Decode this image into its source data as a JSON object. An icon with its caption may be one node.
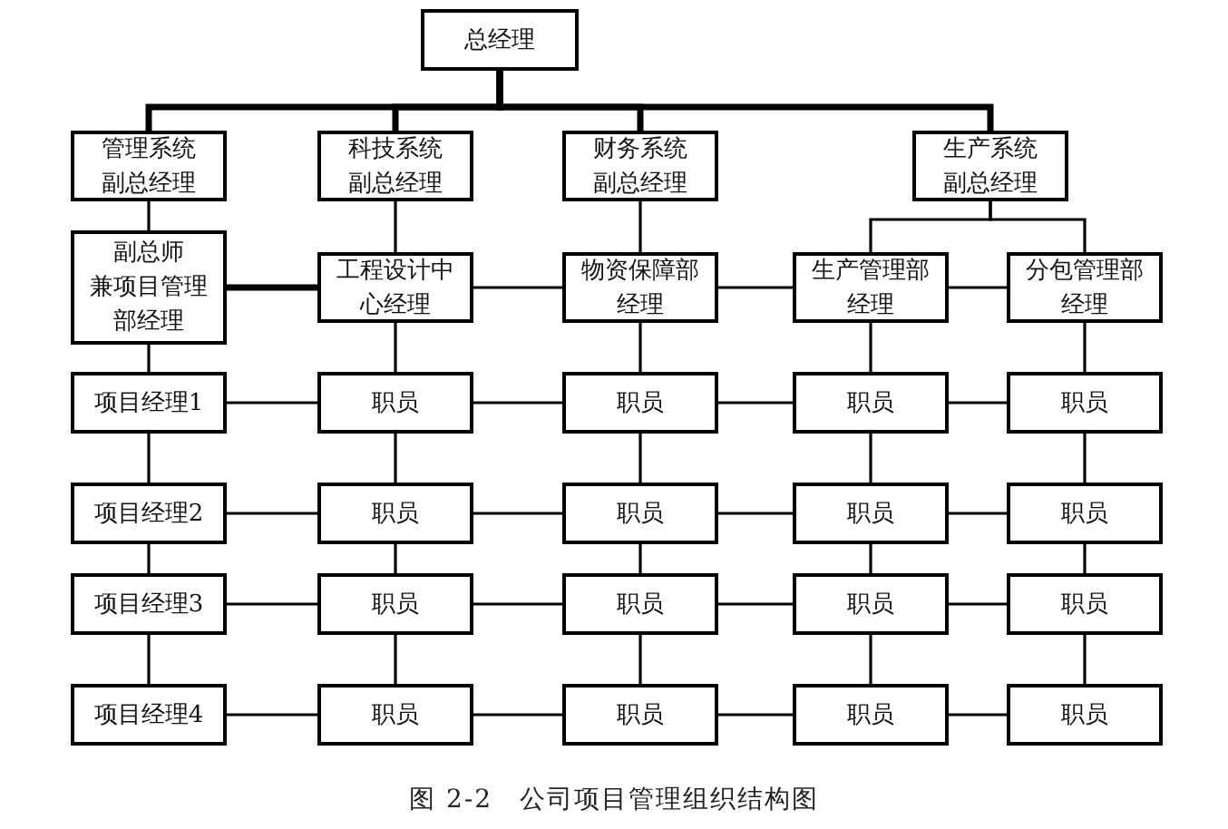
{
  "diagram": {
    "caption": "图 2-2　公司项目管理组织结构图",
    "nodes": [
      {
        "text": [
          "总经理"
        ]
      },
      {
        "text": [
          "管理系统副总经理"
        ]
      },
      {
        "text": [
          "科技系统副总经理"
        ]
      },
      {
        "text": [
          "财务系统副总经理"
        ]
      },
      {
        "text": [
          "生产系统副总经理"
        ]
      },
      {
        "text": [
          "副总师兼项目管理部经理"
        ]
      },
      {
        "text": [
          "工程设计中心经理"
        ]
      },
      {
        "text": [
          "物资保障部经理"
        ]
      },
      {
        "text": [
          "生产管理部经理"
        ]
      },
      {
        "text": [
          "分包管理部经理"
        ]
      },
      {
        "text": [
          "项目经理1"
        ]
      },
      {
        "text": [
          "职员"
        ]
      },
      {
        "text": [
          "职员"
        ]
      },
      {
        "text": [
          "职员"
        ]
      },
      {
        "text": [
          "职员"
        ]
      },
      {
        "text": [
          "项目经理2"
        ]
      },
      {
        "text": [
          "职员"
        ]
      },
      {
        "text": [
          "职员"
        ]
      },
      {
        "text": [
          "职员"
        ]
      },
      {
        "text": [
          "职员"
        ]
      },
      {
        "text": [
          "项目经理3"
        ]
      },
      {
        "text": [
          "职员"
        ]
      },
      {
        "text": [
          "职员"
        ]
      },
      {
        "text": [
          "职员"
        ]
      },
      {
        "text": [
          "职员"
        ]
      },
      {
        "text": [
          "项目经理4"
        ]
      },
      {
        "text": [
          "职员"
        ]
      },
      {
        "text": [
          "职员"
        ]
      },
      {
        "text": [
          "职员"
        ]
      },
      {
        "text": [
          "职员"
        ]
      }
    ],
    "edges": [
      {
        "from": 0,
        "to": 1,
        "arrow": "none",
        "style": "thick"
      },
      {
        "from": 0,
        "to": 2,
        "arrow": "none",
        "style": "thick"
      },
      {
        "from": 0,
        "to": 3,
        "arrow": "none",
        "style": "thick"
      },
      {
        "from": 0,
        "to": 4,
        "arrow": "none",
        "style": "thick"
      },
      {
        "from": 1,
        "to": 5,
        "arrow": "none"
      },
      {
        "from": 2,
        "to": 6,
        "arrow": "none"
      },
      {
        "from": 3,
        "to": 7,
        "arrow": "none"
      },
      {
        "from": 4,
        "to": 8,
        "arrow": "none"
      },
      {
        "from": 4,
        "to": 9,
        "arrow": "none"
      },
      {
        "from": 5,
        "to": 6,
        "arrow": "none",
        "style": "thick"
      },
      {
        "from": 6,
        "to": 7,
        "arrow": "none"
      },
      {
        "from": 7,
        "to": 8,
        "arrow": "none"
      },
      {
        "from": 8,
        "to": 9,
        "arrow": "none"
      },
      {
        "from": 5,
        "to": 10,
        "arrow": "none"
      },
      {
        "from": 6,
        "to": 11,
        "arrow": "none"
      },
      {
        "from": 7,
        "to": 12,
        "arrow": "none"
      },
      {
        "from": 8,
        "to": 13,
        "arrow": "none"
      },
      {
        "from": 9,
        "to": 14,
        "arrow": "none"
      },
      {
        "from": 10,
        "to": 11,
        "arrow": "none"
      },
      {
        "from": 11,
        "to": 12,
        "arrow": "none"
      },
      {
        "from": 12,
        "to": 13,
        "arrow": "none"
      },
      {
        "from": 13,
        "to": 14,
        "arrow": "none"
      },
      {
        "from": 10,
        "to": 15,
        "arrow": "none"
      },
      {
        "from": 11,
        "to": 16,
        "arrow": "none"
      },
      {
        "from": 12,
        "to": 17,
        "arrow": "none"
      },
      {
        "from": 13,
        "to": 18,
        "arrow": "none"
      },
      {
        "from": 14,
        "to": 19,
        "arrow": "none"
      },
      {
        "from": 15,
        "to": 16,
        "arrow": "none"
      },
      {
        "from": 16,
        "to": 17,
        "arrow": "none"
      },
      {
        "from": 17,
        "to": 18,
        "arrow": "none"
      },
      {
        "from": 18,
        "to": 19,
        "arrow": "none"
      },
      {
        "from": 15,
        "to": 20,
        "arrow": "none"
      },
      {
        "from": 16,
        "to": 21,
        "arrow": "none"
      },
      {
        "from": 17,
        "to": 22,
        "arrow": "none"
      },
      {
        "from": 18,
        "to": 23,
        "arrow": "none"
      },
      {
        "from": 19,
        "to": 24,
        "arrow": "none"
      },
      {
        "from": 20,
        "to": 21,
        "arrow": "none"
      },
      {
        "from": 21,
        "to": 22,
        "arrow": "none"
      },
      {
        "from": 22,
        "to": 23,
        "arrow": "none"
      },
      {
        "from": 23,
        "to": 24,
        "arrow": "none"
      },
      {
        "from": 20,
        "to": 25,
        "arrow": "none"
      },
      {
        "from": 21,
        "to": 26,
        "arrow": "none"
      },
      {
        "from": 22,
        "to": 27,
        "arrow": "none"
      },
      {
        "from": 23,
        "to": 28,
        "arrow": "none"
      },
      {
        "from": 24,
        "to": 29,
        "arrow": "none"
      },
      {
        "from": 25,
        "to": 26,
        "arrow": "none"
      },
      {
        "from": 26,
        "to": 27,
        "arrow": "none"
      },
      {
        "from": 27,
        "to": 28,
        "arrow": "none"
      },
      {
        "from": 28,
        "to": 29,
        "arrow": "none"
      }
    ]
  }
}
